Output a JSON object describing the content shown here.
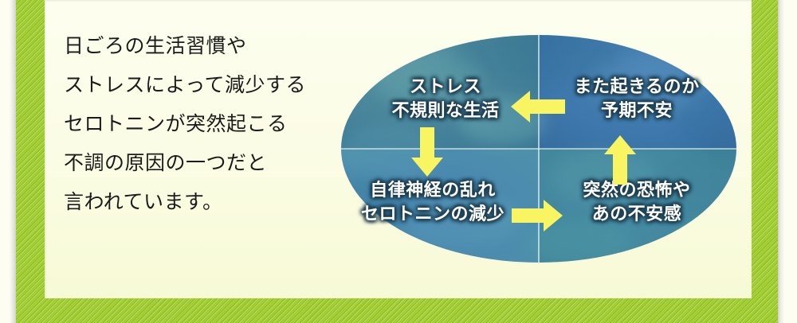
{
  "page": {
    "background_color": "#ffffff",
    "frame_color": "#96c61e",
    "panel_color": "#fbfce4",
    "accent_arrow_color": "#f9f461",
    "ellipse_color": "#3f86ae"
  },
  "copy": {
    "lines": [
      "日ごろの生活習慣や",
      "ストレスによって減少する",
      "セロトニンが突然起こる",
      "不調の原因の一つだと",
      "言われています。"
    ]
  },
  "diagram": {
    "quadrants": [
      {
        "position": "top-left",
        "lines": [
          "ストレス",
          "不規則な生活"
        ]
      },
      {
        "position": "top-right",
        "lines": [
          "また起きるのか",
          "予期不安"
        ]
      },
      {
        "position": "bottom-left",
        "lines": [
          "自律神経の乱れ",
          "セロトニンの減少"
        ]
      },
      {
        "position": "bottom-right",
        "lines": [
          "突然の恐怖や",
          "あの不安感"
        ]
      }
    ],
    "arrows": [
      {
        "name": "arrow-left-top",
        "direction": "left",
        "from": "top-right",
        "to": "top-left"
      },
      {
        "name": "arrow-down-left",
        "direction": "down",
        "from": "top-left",
        "to": "bottom-left"
      },
      {
        "name": "arrow-right-bottom",
        "direction": "right",
        "from": "bottom-left",
        "to": "bottom-right"
      },
      {
        "name": "arrow-up-right",
        "direction": "up",
        "from": "bottom-right",
        "to": "top-right"
      }
    ]
  },
  "chart_data": {
    "type": "diagram",
    "title": "",
    "cycle_order": [
      "ストレス / 不規則な生活",
      "自律神経の乱れ / セロトニンの減少",
      "突然の恐怖や / あの不安感",
      "また起きるのか / 予期不安"
    ]
  }
}
